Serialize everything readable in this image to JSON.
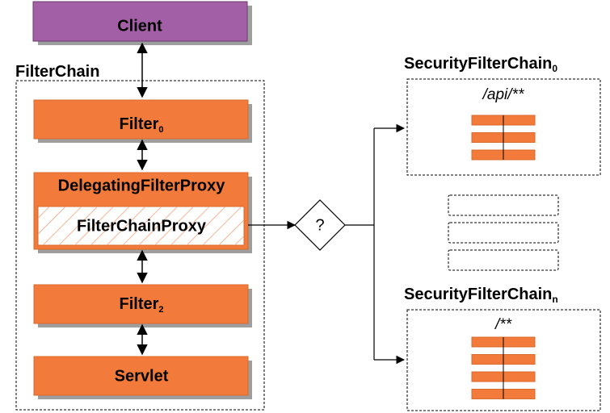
{
  "client": {
    "label": "Client"
  },
  "filter_chain": {
    "title": "FilterChain",
    "filter0": {
      "label": "Filter",
      "subscript": "0"
    },
    "delegating_proxy": {
      "label": "DelegatingFilterProxy"
    },
    "filter_chain_proxy": {
      "label": "FilterChainProxy"
    },
    "filter2": {
      "label": "Filter",
      "subscript": "2"
    },
    "servlet": {
      "label": "Servlet"
    }
  },
  "decision": {
    "label": "?"
  },
  "security_chain_0": {
    "title": "SecurityFilterChain",
    "subscript": "0",
    "pattern": "/api/**",
    "filter_count": 3
  },
  "security_chain_n": {
    "title": "SecurityFilterChain",
    "subscript": "n",
    "pattern": "/**",
    "filter_count": 4
  },
  "placeholder_chain_count": 3,
  "colors": {
    "client_fill": "#a35fa5",
    "client_stroke": "#6b3a6e",
    "filter_fill": "#f27a3a",
    "filter_stroke": "#d86a2c",
    "hatch": "#f4a27a",
    "shadow": "#9e9e9e",
    "line": "#000000"
  }
}
